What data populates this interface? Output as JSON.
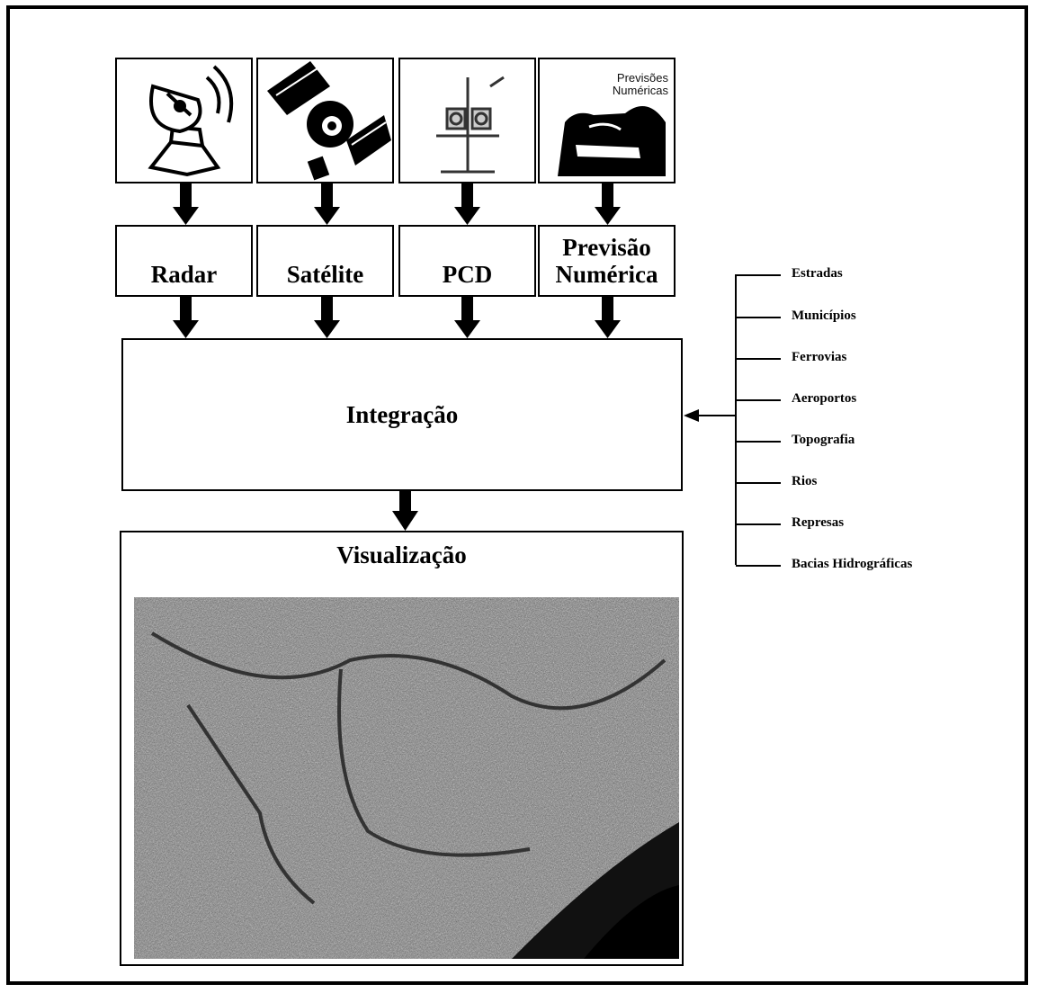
{
  "sources": [
    {
      "label": "Radar",
      "icon": "radar-dish-icon"
    },
    {
      "label": "Satélite",
      "icon": "satellite-icon"
    },
    {
      "label": "PCD",
      "icon": "weather-station-icon"
    },
    {
      "label": "Previsão\nNumérica",
      "icon": "numerical-forecast-icon",
      "icon_caption": "Previsões\nNuméricas"
    }
  ],
  "integration": {
    "label": "Integração"
  },
  "visualization": {
    "title": "Visualização",
    "image": "satellite-map-image"
  },
  "layers": [
    "Estradas",
    "Municípios",
    "Ferrovias",
    "Aeroportos",
    "Topografia",
    "Rios",
    "Represas",
    "Bacias Hidrográficas"
  ]
}
